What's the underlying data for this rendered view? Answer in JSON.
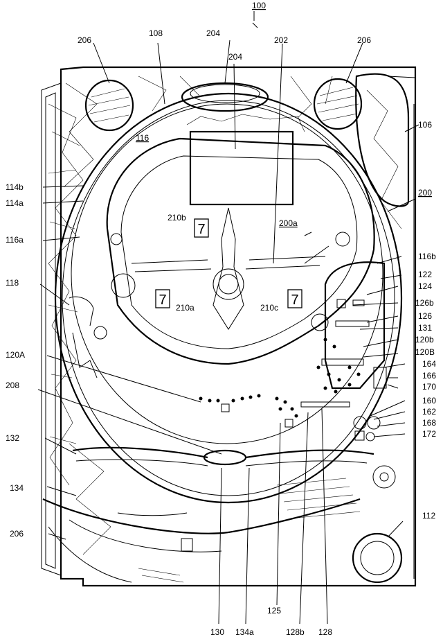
{
  "labels": {
    "l100": "100",
    "l108": "108",
    "l204a": "204",
    "l204b": "204",
    "l202": "202",
    "l206tl": "206",
    "l206tr": "206",
    "l106": "106",
    "l116": "116",
    "l114b": "114b",
    "l114a": "114a",
    "l116a": "116a",
    "l200": "200",
    "l200a": "200a",
    "l210b": "210b",
    "l210a": "210a",
    "l210c": "210c",
    "l116b": "116b",
    "l122": "122",
    "l124": "124",
    "l126b": "126b",
    "l126": "126",
    "l131": "131",
    "l120b": "120b",
    "l120B": "120B",
    "l164": "164",
    "l166": "166",
    "l170": "170",
    "l118": "118",
    "l120A": "120A",
    "l208": "208",
    "l160": "160",
    "l162": "162",
    "l168": "168",
    "l172": "172",
    "l132": "132",
    "l134": "134",
    "l206bl": "206",
    "l112": "112",
    "l125": "125",
    "l130": "130",
    "l134a": "134a",
    "l128b": "128b",
    "l128": "128"
  },
  "digits": {
    "d1": "7",
    "d2": "7",
    "d3": "7"
  }
}
